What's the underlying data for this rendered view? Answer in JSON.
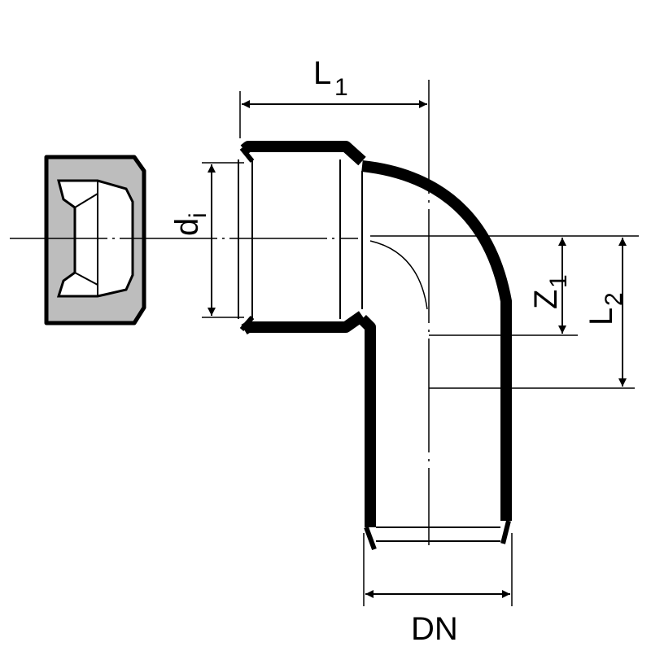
{
  "labels": {
    "l1_main": "L",
    "l1_sub": "1",
    "di_main": "d",
    "di_sub": "i",
    "z1_main": "Z",
    "z1_sub": "1",
    "l2_main": "L",
    "l2_sub": "2",
    "dn": "DN"
  },
  "colors": {
    "stroke": "#000000",
    "seal_fill": "#bdbdbd",
    "background": "#ffffff"
  }
}
